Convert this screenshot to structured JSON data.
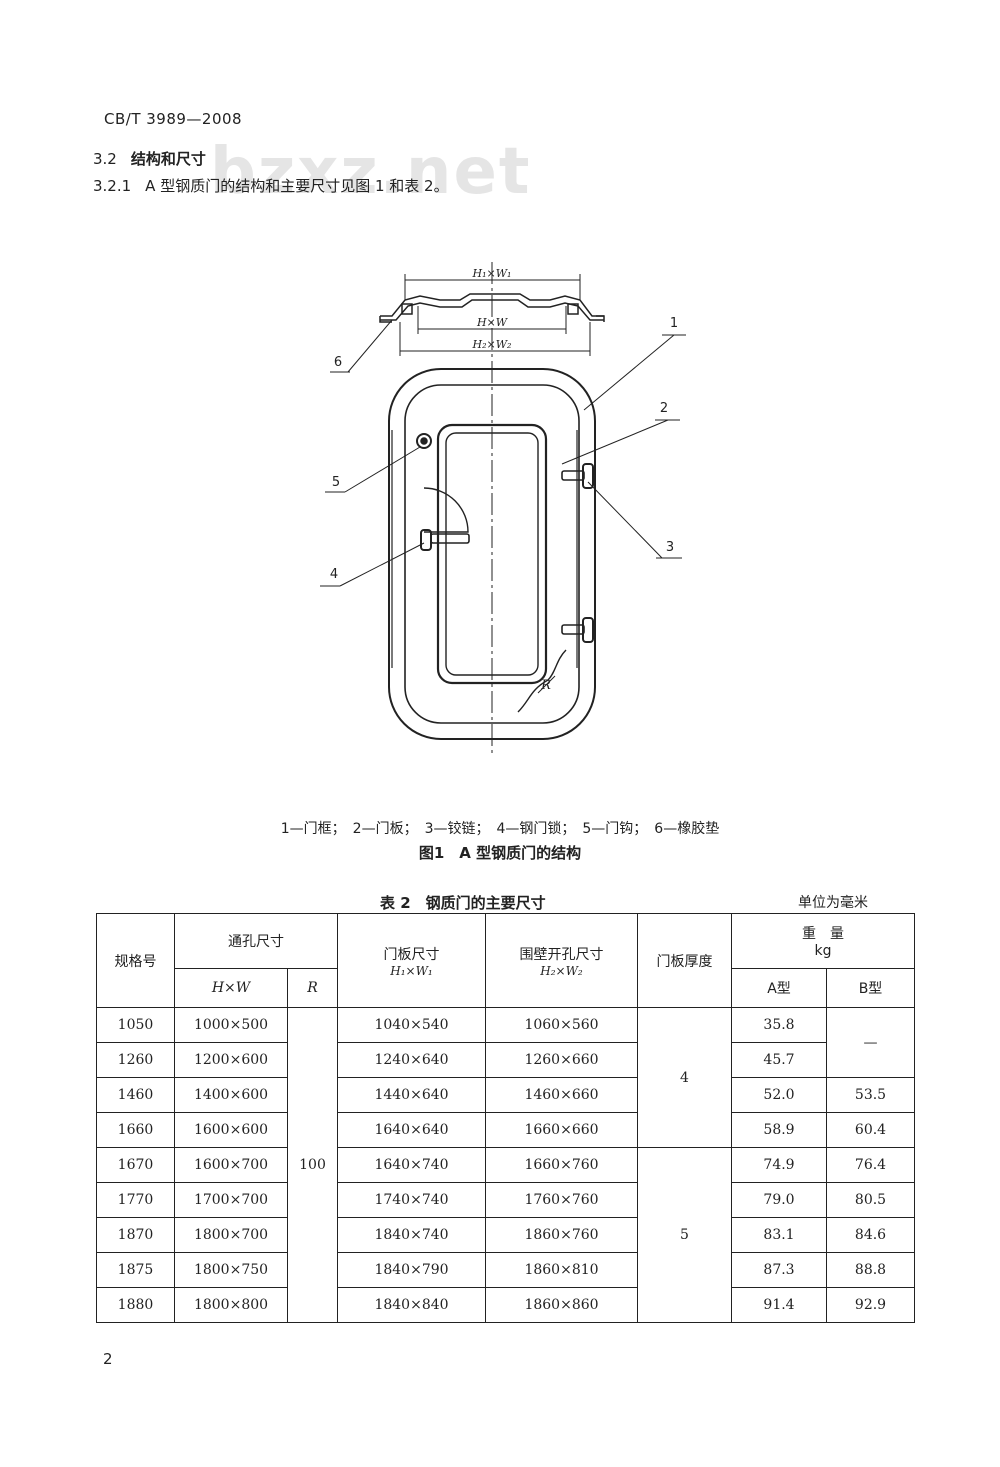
{
  "header": {
    "standard_code": "CB/T 3989—2008"
  },
  "section": {
    "number": "3.2",
    "title": "结构和尺寸"
  },
  "clause": {
    "number": "3.2.1",
    "text": "A 型钢质门的结构和主要尺寸见图 1 和表 2。"
  },
  "watermark": "bzxz.net",
  "figure": {
    "dimension_labels": {
      "top": "H₁×W₁",
      "middle": "H×W",
      "bottom": "H₂×W₂",
      "radius": "R"
    },
    "callouts": [
      "1",
      "2",
      "3",
      "4",
      "5",
      "6"
    ],
    "legend": "1—门框；　2—门板；　3—铰链；　4—钢门锁；　5—门钩；　6—橡胶垫",
    "caption": "图1　A 型钢质门的结构"
  },
  "table": {
    "caption": "表 2　钢质门的主要尺寸",
    "unit": "单位为毫米",
    "headers": {
      "spec": "规格号",
      "opening": "通孔尺寸",
      "opening_hw": "H×W",
      "opening_r": "R",
      "panel": "门板尺寸",
      "panel_sub": "H₁×W₁",
      "coaming": "围壁开孔尺寸",
      "coaming_sub": "H₂×W₂",
      "thickness": "门板厚度",
      "weight": "重　量",
      "weight_unit": "kg",
      "weight_a": "A型",
      "weight_b": "B型"
    },
    "r_value": "100",
    "thickness_groups": [
      "4",
      "5"
    ],
    "b_dash": "—",
    "rows": [
      {
        "spec": "1050",
        "hw": "1000×500",
        "panel": "1040×540",
        "coaming": "1060×560",
        "a": "35.8"
      },
      {
        "spec": "1260",
        "hw": "1200×600",
        "panel": "1240×640",
        "coaming": "1260×660",
        "a": "45.7"
      },
      {
        "spec": "1460",
        "hw": "1400×600",
        "panel": "1440×640",
        "coaming": "1460×660",
        "a": "52.0",
        "b": "53.5"
      },
      {
        "spec": "1660",
        "hw": "1600×600",
        "panel": "1640×640",
        "coaming": "1660×660",
        "a": "58.9",
        "b": "60.4"
      },
      {
        "spec": "1670",
        "hw": "1600×700",
        "panel": "1640×740",
        "coaming": "1660×760",
        "a": "74.9",
        "b": "76.4"
      },
      {
        "spec": "1770",
        "hw": "1700×700",
        "panel": "1740×740",
        "coaming": "1760×760",
        "a": "79.0",
        "b": "80.5"
      },
      {
        "spec": "1870",
        "hw": "1800×700",
        "panel": "1840×740",
        "coaming": "1860×760",
        "a": "83.1",
        "b": "84.6"
      },
      {
        "spec": "1875",
        "hw": "1800×750",
        "panel": "1840×790",
        "coaming": "1860×810",
        "a": "87.3",
        "b": "88.8"
      },
      {
        "spec": "1880",
        "hw": "1800×800",
        "panel": "1840×840",
        "coaming": "1860×860",
        "a": "91.4",
        "b": "92.9"
      }
    ]
  },
  "page_number": "2"
}
